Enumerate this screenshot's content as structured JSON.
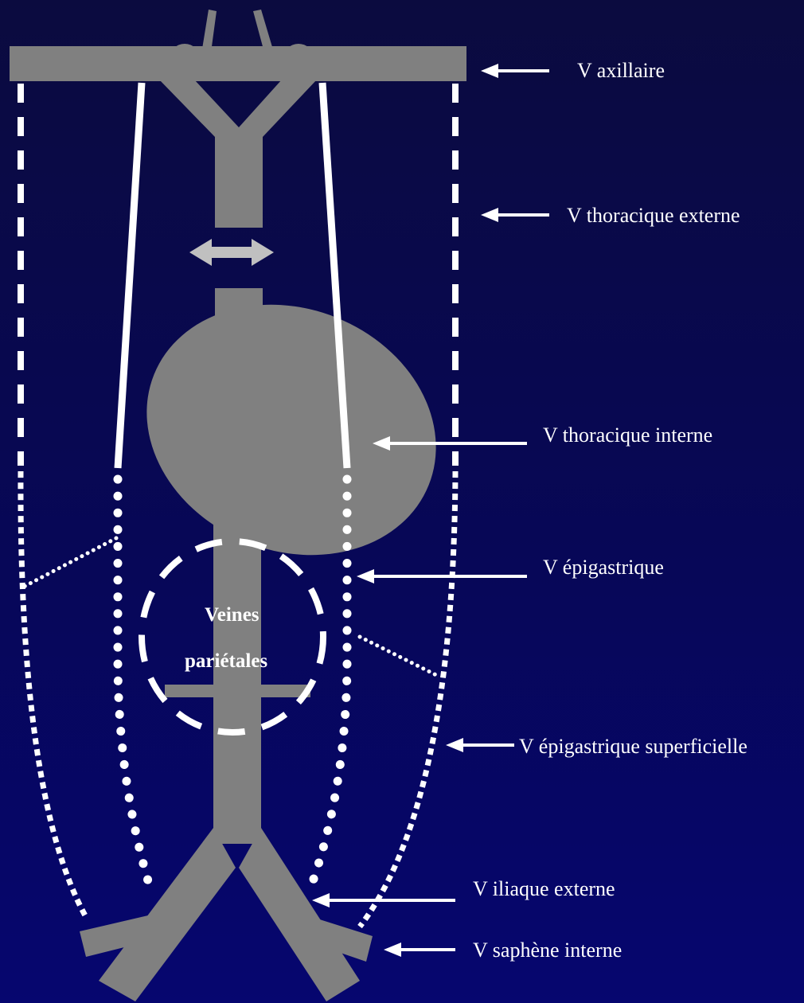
{
  "labels": {
    "axillaire": "V axillaire",
    "thoracique_externe": "V thoracique externe",
    "thoracique_interne": "V thoracique interne",
    "epigastrique": "V épigastrique",
    "epigastrique_superficielle": "V épigastrique superficielle",
    "iliaque_externe": "V iliaque externe",
    "saphene_interne": "V saphène interne"
  },
  "center_label": {
    "line1": "Veines",
    "line2": "pariétales"
  },
  "colors": {
    "background": "#070757",
    "vessel": "#808080",
    "line": "#ffffff",
    "double_arrow": "#c0c0c0"
  }
}
